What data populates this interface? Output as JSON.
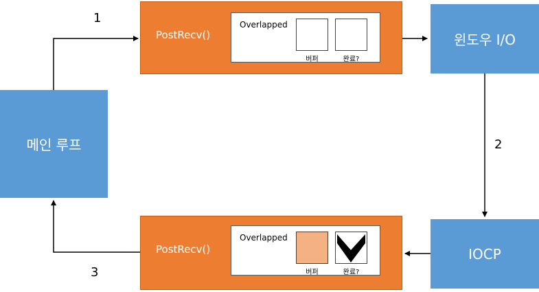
{
  "nodes": {
    "main_loop": "메인 루프",
    "windows_io": "윈도우 I/O",
    "iocp": "IOCP"
  },
  "top_call": {
    "label": "PostRecv()",
    "overlapped": "Overlapped",
    "buffer_caption": "버퍼",
    "done_caption": "완료?",
    "buffer_filled": false,
    "done_checked": false
  },
  "bottom_call": {
    "label": "PostRecv()",
    "overlapped": "Overlapped",
    "buffer_caption": "버퍼",
    "done_caption": "완료?",
    "buffer_filled": true,
    "done_checked": true
  },
  "steps": [
    "1",
    "2",
    "3"
  ],
  "colors": {
    "node_blue": "#5b9bd5",
    "call_orange": "#ed7d31",
    "buffer_fill": "#f4b183",
    "arrow": "#000000"
  }
}
